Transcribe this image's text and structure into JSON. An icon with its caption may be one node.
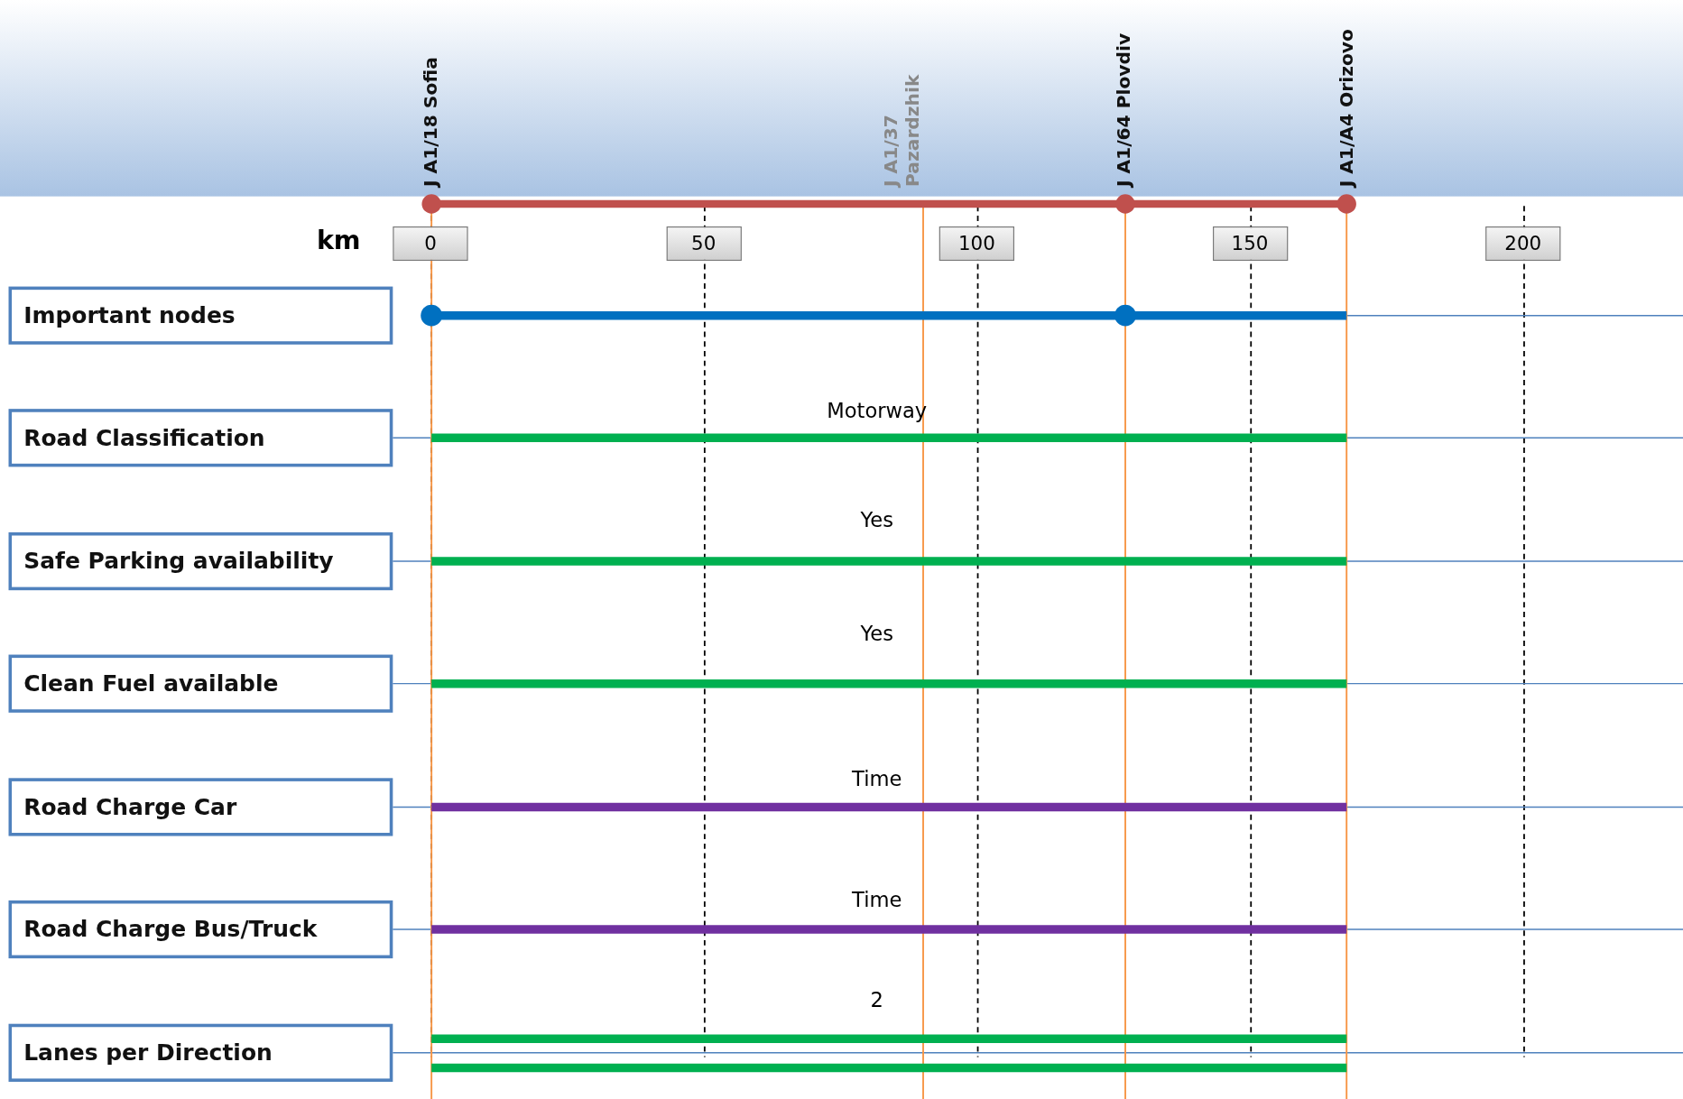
{
  "diagram": {
    "nodes": [
      {
        "text": [
          "Important nodes"
        ]
      },
      {
        "text": [
          "Road Classification"
        ]
      },
      {
        "text": [
          "Safe Parking availability"
        ]
      },
      {
        "text": [
          "Clean Fuel available"
        ]
      },
      {
        "text": [
          "Road Charge Car"
        ]
      },
      {
        "text": [
          "Road Charge Bus/Truck"
        ]
      },
      {
        "text": [
          "Lanes per Direction"
        ]
      }
    ],
    "labels": [
      "J A1/18 Sofia",
      "J A1/37 Pazardzhik",
      "J A1/64 Plovdiv",
      "J A1/A4 Orizovo",
      "km",
      "0",
      "50",
      "100",
      "150",
      "200",
      "Motorway",
      "Yes",
      "Yes",
      "Time",
      "Time",
      "2"
    ]
  }
}
